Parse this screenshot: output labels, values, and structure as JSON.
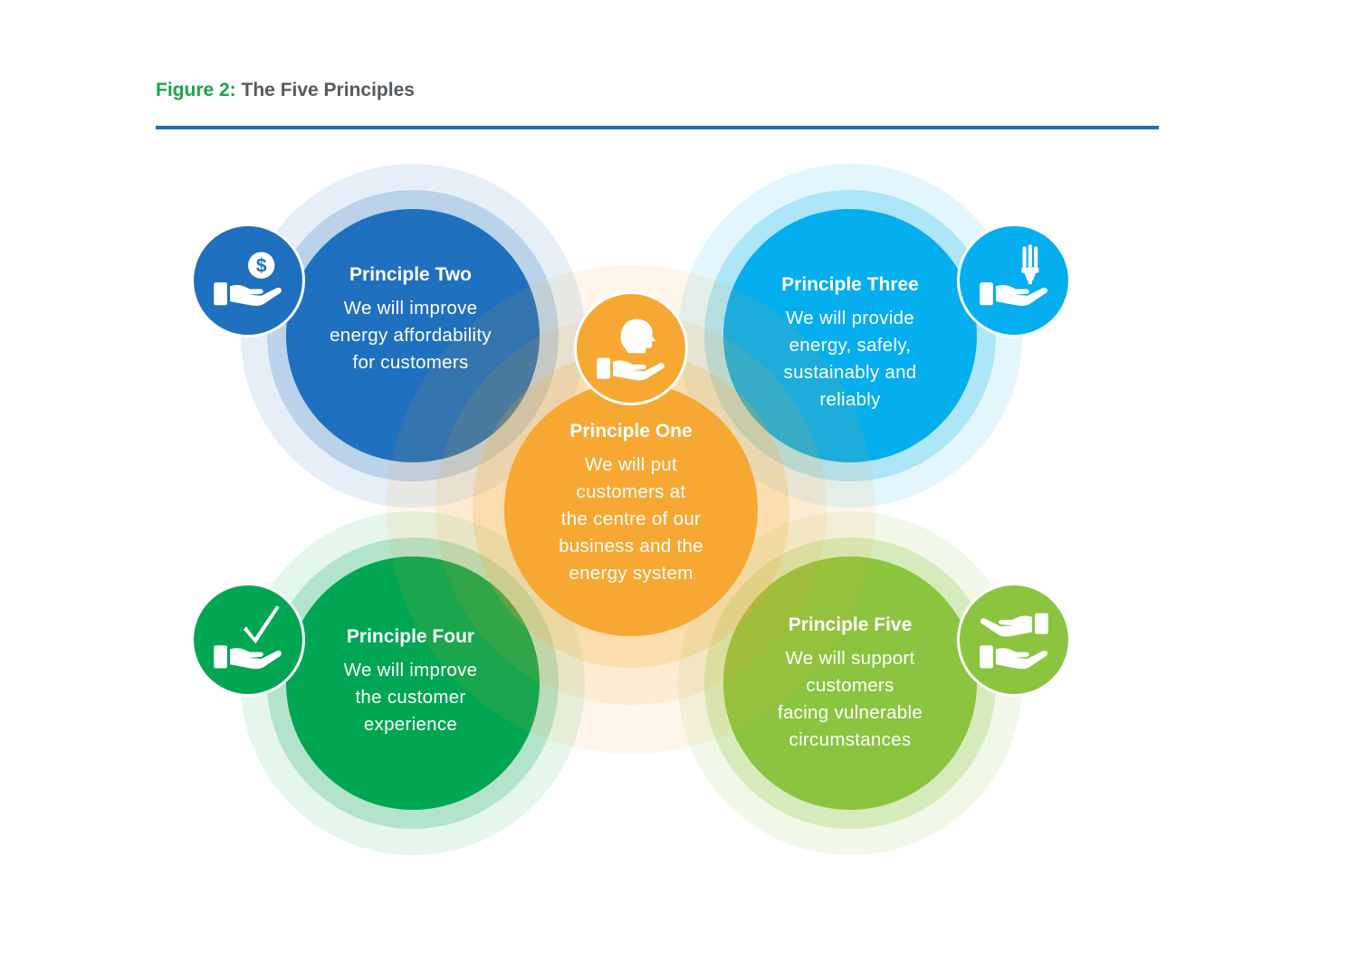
{
  "figure": {
    "number": "Figure 2:",
    "title": "The Five Principles"
  },
  "colors": {
    "figure_number": "#1aa44a",
    "rule": "#1f6fc0",
    "principle_one": "#f7a832",
    "principle_two": "#1f70be",
    "principle_three": "#04aeef",
    "principle_four": "#00a651",
    "principle_five": "#8bc43f"
  },
  "principles": {
    "one": {
      "title": "Principle One",
      "lines": [
        "We will put",
        "customers at",
        "the centre of our",
        "business and the",
        "energy system"
      ],
      "icon": "head-in-hand-icon"
    },
    "two": {
      "title": "Principle Two",
      "lines": [
        "We will improve",
        "energy affordability",
        "for customers"
      ],
      "icon": "dollar-coin-in-hand-icon"
    },
    "three": {
      "title": "Principle Three",
      "lines": [
        "We will provide",
        "energy, safely,",
        "sustainably and",
        "reliably"
      ],
      "icon": "lightbulb-in-hand-icon"
    },
    "four": {
      "title": "Principle Four",
      "lines": [
        "We will improve",
        "the customer",
        "experience"
      ],
      "icon": "checkmark-in-hand-icon"
    },
    "five": {
      "title": "Principle Five",
      "lines": [
        "We will support",
        "customers",
        "facing vulnerable",
        "circumstances"
      ],
      "icon": "helping-hands-icon"
    }
  }
}
